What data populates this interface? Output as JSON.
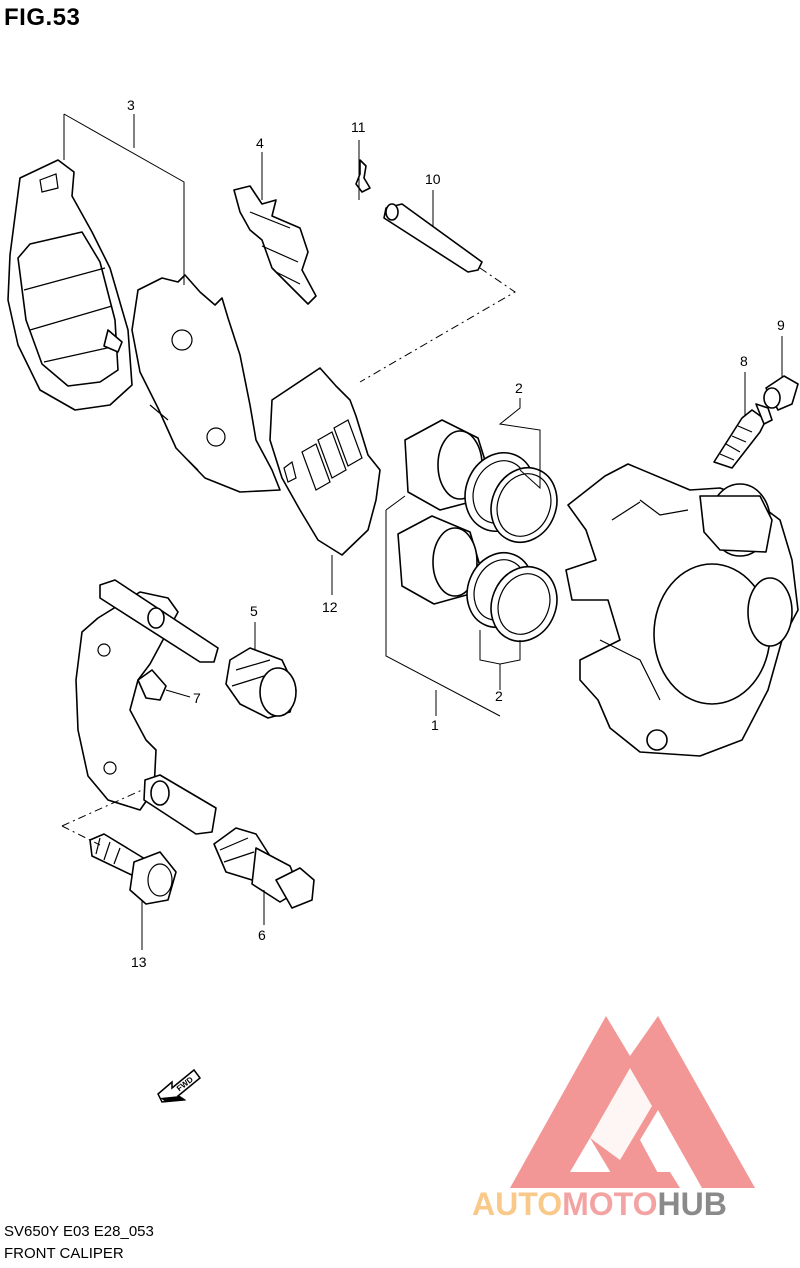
{
  "figure": {
    "title": "FIG.53",
    "code": "SV650Y E03 E28_053",
    "name": "FRONT CALIPER",
    "fwd_label": "FWD"
  },
  "callouts": {
    "c1": "1",
    "c2a": "2",
    "c2b": "2",
    "c3": "3",
    "c4": "4",
    "c5": "5",
    "c6": "6",
    "c7": "7",
    "c8": "8",
    "c9": "9",
    "c10": "10",
    "c11": "11",
    "c12": "12",
    "c13": "13"
  },
  "watermark": {
    "part1": "AUTO",
    "part2": "MOTO",
    "part3": "HUB",
    "colors": {
      "auto": "#f9c98a",
      "moto": "#f4a3a3",
      "hub": "#8a8a8a",
      "mark": "#f28b8b"
    }
  }
}
